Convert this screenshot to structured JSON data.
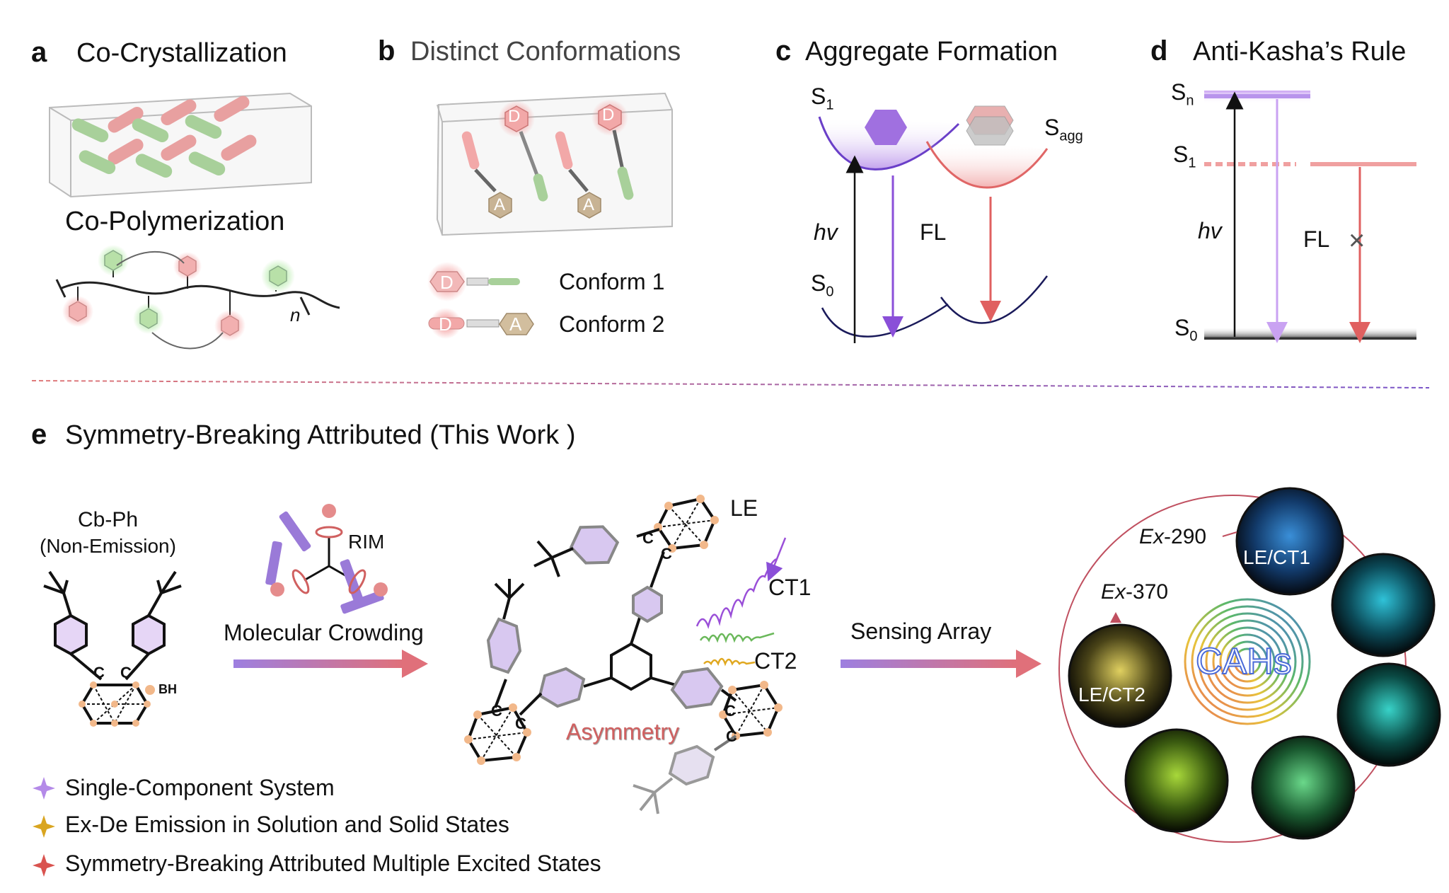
{
  "panels": {
    "a": {
      "letter": "a",
      "title_top": "Co-Crystallization",
      "title_bottom": "Co-Polymerization",
      "polymer_subscript": "n"
    },
    "b": {
      "letter": "b",
      "title": "Distinct Conformations",
      "donor_label": "D",
      "acceptor_label": "A",
      "conform1": "Conform 1",
      "conform2": "Conform 2"
    },
    "c": {
      "letter": "c",
      "title": "Aggregate Formation",
      "s1": "S",
      "s1_sub": "1",
      "s0": "S",
      "s0_sub": "0",
      "sagg": "S",
      "sagg_sub": "agg",
      "hv": "hv",
      "fl": "FL"
    },
    "d": {
      "letter": "d",
      "title": "Anti-Kasha’s Rule",
      "sn": "S",
      "sn_sub": "n",
      "s1": "S",
      "s1_sub": "1",
      "s0": "S",
      "s0_sub": "0",
      "hv": "hv",
      "fl": "FL",
      "cross": "×"
    },
    "e": {
      "letter": "e",
      "title": "Symmetry-Breaking Attributed (This Work )",
      "molecule_name": "Cb-Ph",
      "molecule_note": "(Non-Emission)",
      "bh_label": "BH",
      "c_label": "C",
      "rim": "RIM",
      "crowding": "Molecular Crowding",
      "asymmetry": "Asymmetry",
      "le": "LE",
      "ct1": "CT1",
      "ct2": "CT2",
      "sensing": "Sensing Array",
      "ex290_italic": "Ex",
      "ex290_rest": "-290",
      "ex370_italic": "Ex",
      "ex370_rest": "-370",
      "le_ct1": "LE/CT1",
      "le_ct2": "LE/CT2",
      "cahs": "CAHs"
    }
  },
  "legend": [
    {
      "text": "Single-Component System",
      "color": "#a678d8"
    },
    {
      "text": "Ex-De Emission in Solution and Solid States",
      "color": "#d9a520"
    },
    {
      "text": "Symmetry-Breaking Attributed Multiple Excited States",
      "color": "#d9534f"
    }
  ],
  "colors": {
    "purple": "#9b5de5",
    "lavender": "#c9a7f2",
    "red": "#e06666",
    "pink": "#f2a3a3",
    "green": "#8bc47a",
    "tan": "#c2ad8c",
    "divider_left": "#e07a7a",
    "divider_right": "#7a55c8"
  }
}
